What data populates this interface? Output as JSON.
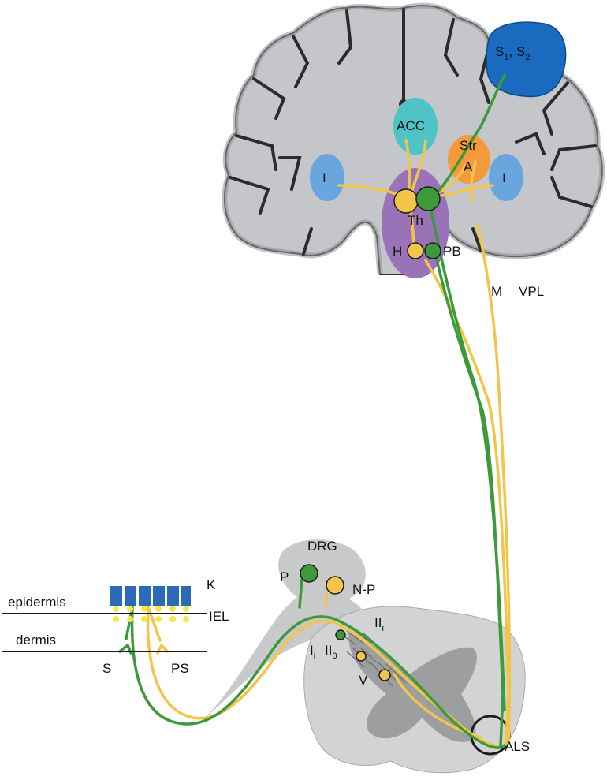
{
  "labels": {
    "s1": "S",
    "s1_sub": "1",
    "s2": "S",
    "s2_sub": "2",
    "acc": "ACC",
    "str": "Str",
    "a": "A",
    "insula_left": "I",
    "insula_right": "I",
    "th": "Th",
    "h": "H",
    "pb": "PB",
    "m": "M",
    "vpl": "VPL",
    "drg": "DRG",
    "p": "P",
    "np": "N-P",
    "k": "K",
    "epidermis": "epidermis",
    "iel": "IEL",
    "dermis": "dermis",
    "s": "S",
    "ps": "PS",
    "lamina_i": "I",
    "lamina_i_sub": "i",
    "lamina_ii0": "II",
    "lamina_ii0_sub": "0",
    "lamina_ii_i": "II",
    "lamina_ii_i_sub": "i",
    "lamina_v": "V",
    "als": "ALS"
  },
  "colors": {
    "brain_gray": "#c4c6c9",
    "sulcus": "#333333",
    "s1s2_blue": "#1a6bbf",
    "insula_blue": "#6aa6de",
    "acc_teal": "#4fc3c6",
    "amygdala_orange": "#f39a3c",
    "thalamus_purple": "#9a72b7",
    "pain_green": "#3d9a3a",
    "nonpain_yellow": "#f3c44a",
    "keratinocyte_blue": "#2a6ab8",
    "iel_yellow": "#f2e84c",
    "cord_light": "#d2d3d4",
    "cord_dark": "#9c9ea0"
  }
}
